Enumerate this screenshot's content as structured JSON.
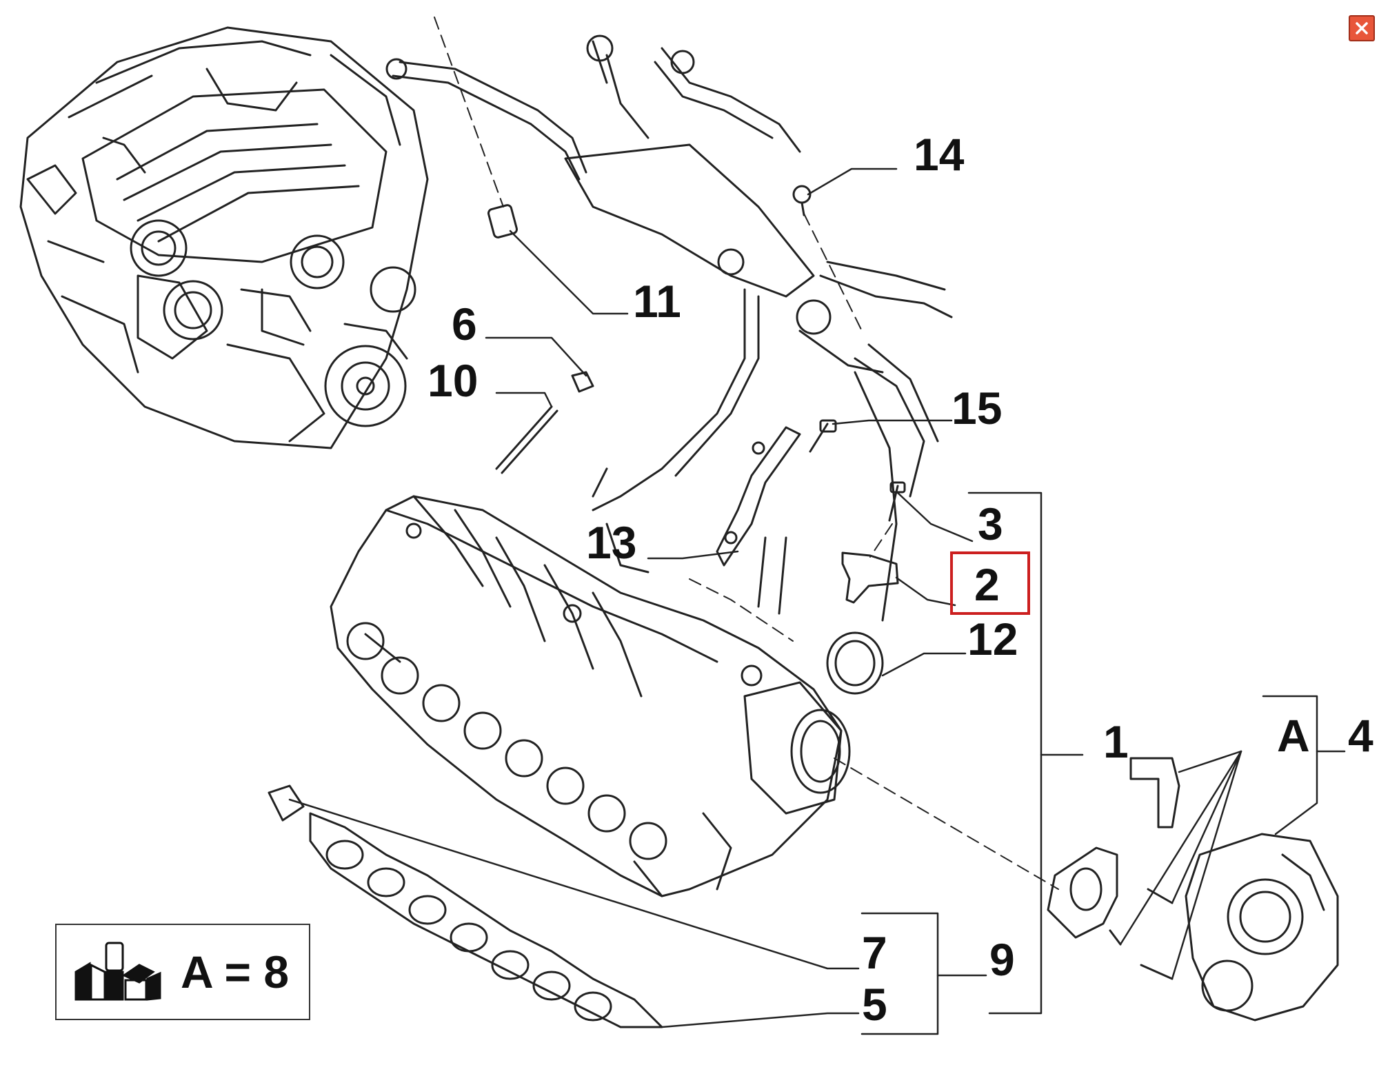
{
  "window": {
    "close_icon": "close-icon",
    "close_color": "#e8563a"
  },
  "callouts": {
    "c1": "1",
    "c2": "2",
    "c3": "3",
    "c4": "4",
    "c5": "5",
    "c6": "6",
    "c7": "7",
    "c9": "9",
    "c10": "10",
    "c11": "11",
    "c12": "12",
    "c13": "13",
    "c14": "14",
    "c15": "15",
    "cA": "A"
  },
  "highlight": {
    "part": "2",
    "color": "#cc1f1f"
  },
  "legend": {
    "text": "A = 8",
    "icon": "kit-package-icon"
  }
}
